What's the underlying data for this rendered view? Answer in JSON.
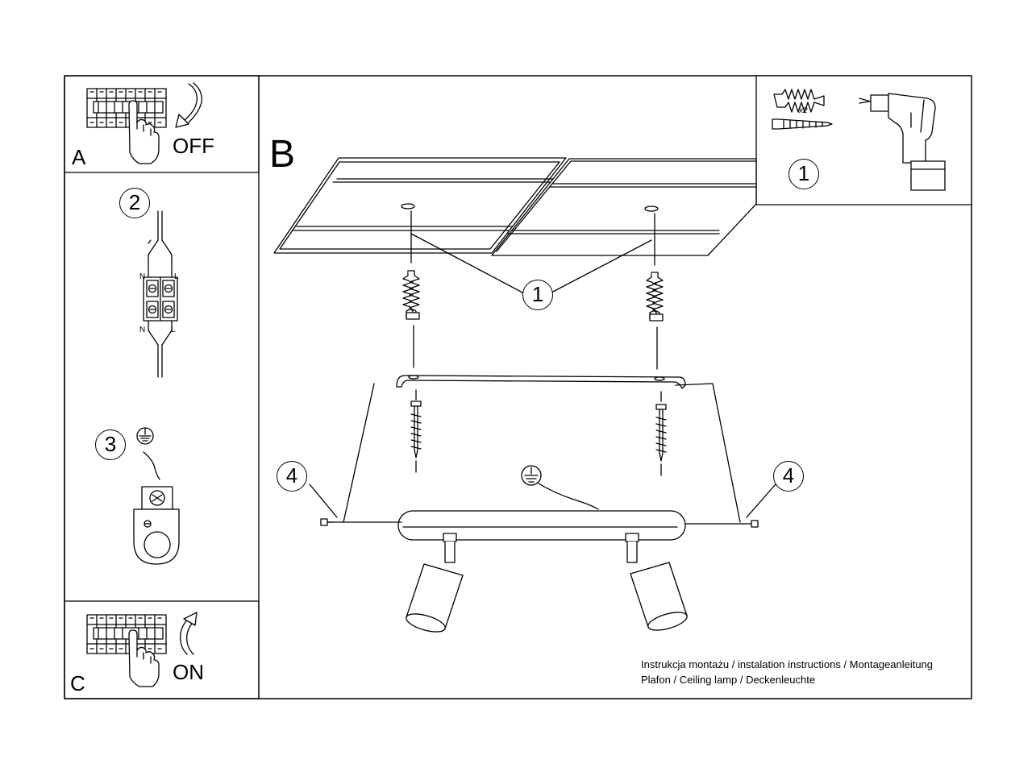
{
  "panels": {
    "a": {
      "letter": "A",
      "action": "OFF"
    },
    "b": {
      "letter": "B"
    },
    "c": {
      "letter": "C",
      "action": "ON"
    }
  },
  "steps": {
    "wiring": "2",
    "earth": "3",
    "anchors": "1",
    "tools": "1",
    "screws": "4"
  },
  "tools": {
    "quantity": "x2"
  },
  "wiring_labels": {
    "neutral": "N",
    "live": "L"
  },
  "caption": {
    "line1": "Instrukcja montażu / instalation instructions / Montageanleitung",
    "line2": "Plafon / Ceiling lamp / Deckenleuchte"
  },
  "icons": [
    "circuit-breaker-icon",
    "hand-icon",
    "arrow-down-icon",
    "arrow-up-icon",
    "wire-connector-icon",
    "ground-symbol-icon",
    "wall-plug-icon",
    "screw-icon",
    "drill-icon",
    "ceiling-lamp-icon"
  ]
}
